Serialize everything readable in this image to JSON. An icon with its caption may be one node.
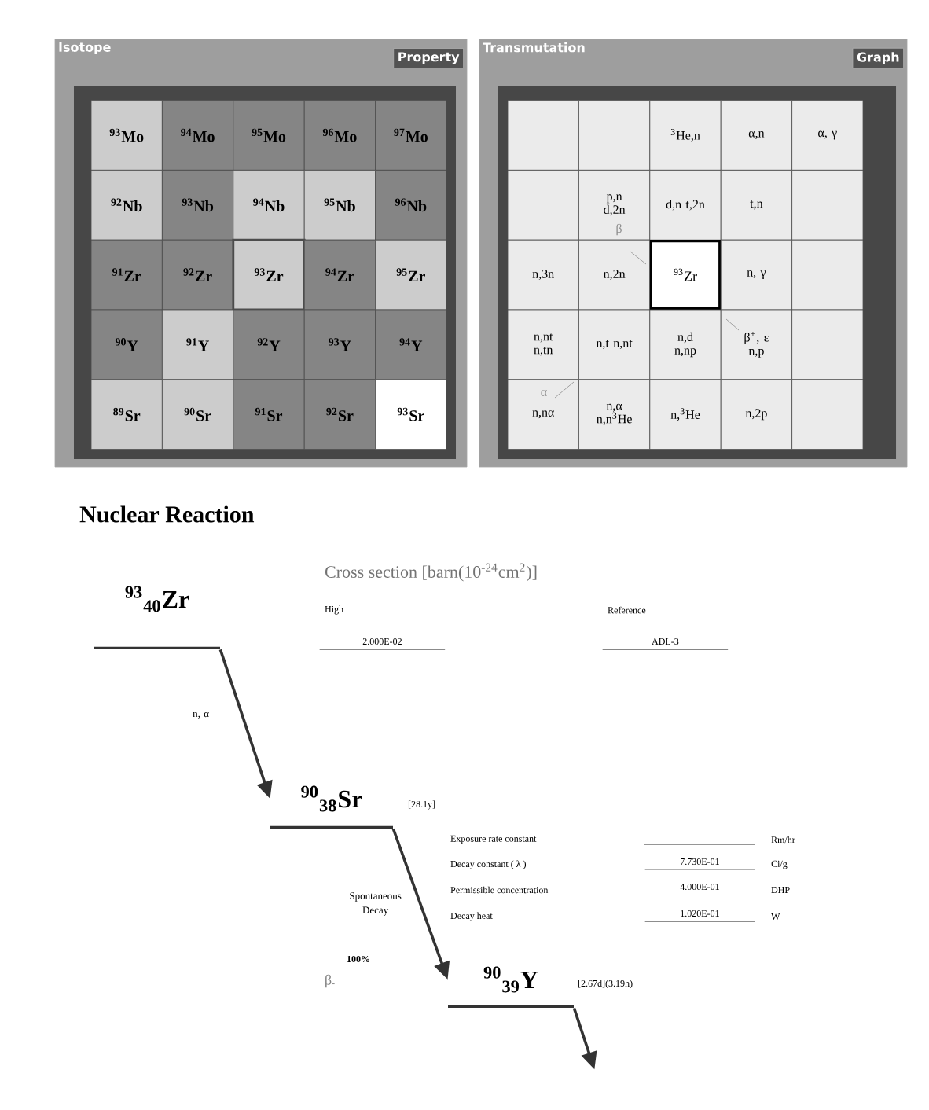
{
  "diagram": {
    "nodes": [
      {
        "text": [
          "Isotope"
        ]
      },
      {
        "text": [
          "Property"
        ],
        "in": 0
      },
      {
        "text": [
          "$^{93}$Mo"
        ],
        "in": 0
      },
      {
        "text": [
          "$^{94}$Mo"
        ],
        "in": 0
      },
      {
        "text": [
          "$^{95}$Mo"
        ],
        "in": 0
      },
      {
        "text": [
          "$^{96}$Mo"
        ],
        "in": 0
      },
      {
        "text": [
          "$^{97}$Mo"
        ],
        "in": 0
      },
      {
        "text": [
          "$^{92}$Nb"
        ],
        "in": 0
      },
      {
        "text": [
          "$^{93}$Nb"
        ],
        "in": 0
      },
      {
        "text": [
          "$^{94}$Nb"
        ],
        "in": 0
      },
      {
        "text": [
          "$^{95}$Nb"
        ],
        "in": 0
      },
      {
        "text": [
          "$^{96}$Nb"
        ],
        "in": 0
      },
      {
        "text": [
          "$^{91}$Zr"
        ],
        "in": 0
      },
      {
        "text": [
          "$^{92}$Zr"
        ],
        "in": 0
      },
      {
        "text": [
          "$^{93}$Zr"
        ],
        "in": 0
      },
      {
        "text": [
          "$^{94}$Zr"
        ],
        "in": 0
      },
      {
        "text": [
          "$^{95}$Zr"
        ],
        "in": 0
      },
      {
        "text": [
          "$^{90}$Y"
        ],
        "in": 0
      },
      {
        "text": [
          "$^{91}$Y"
        ],
        "in": 0
      },
      {
        "text": [
          "$^{92}$Y"
        ],
        "in": 0
      },
      {
        "text": [
          "$^{93}$Y"
        ],
        "in": 0
      },
      {
        "text": [
          "$^{94}$Y"
        ],
        "in": 0
      },
      {
        "text": [
          "$^{89}$Sr"
        ],
        "in": 0
      },
      {
        "text": [
          "$^{90}$Sr"
        ],
        "in": 0
      },
      {
        "text": [
          "$^{91}$Sr"
        ],
        "in": 0
      },
      {
        "text": [
          "$^{92}$Sr"
        ],
        "in": 0
      },
      {
        "text": [
          "$^{93}$Sr"
        ],
        "in": 0
      },
      {
        "text": [
          "Transmutation"
        ]
      },
      {
        "text": [
          "Graph"
        ],
        "in": 27
      },
      {
        "text": [],
        "shape": "box",
        "in": 27
      },
      {
        "text": [],
        "shape": "box",
        "in": 27
      },
      {
        "text": [
          "$^{3}$He,n"
        ],
        "in": 27
      },
      {
        "text": [
          "α,n"
        ],
        "in": 27
      },
      {
        "text": [
          "α, γ"
        ],
        "in": 27
      },
      {
        "text": [],
        "shape": "box",
        "in": 27
      },
      {
        "text": [
          "p,n d,2n"
        ],
        "in": 27
      },
      {
        "text": [
          "d,n t,2n"
        ],
        "in": 27
      },
      {
        "text": [
          "t,n"
        ],
        "in": 27
      },
      {
        "text": [],
        "shape": "box",
        "in": 27
      },
      {
        "text": [
          "n,3n"
        ],
        "in": 27
      },
      {
        "text": [
          "n,2n"
        ],
        "in": 27
      },
      {
        "text": [
          "$^{93}$Zr"
        ],
        "in": 27
      },
      {
        "text": [
          "n, γ"
        ],
        "in": 27
      },
      {
        "text": [],
        "shape": "box",
        "in": 27
      },
      {
        "text": [
          "n,nt n,tn"
        ],
        "in": 27
      },
      {
        "text": [
          "n,t n,nt"
        ],
        "in": 27
      },
      {
        "text": [
          "n,d n,np"
        ],
        "in": 27
      },
      {
        "text": [
          "β$^{+}$, ε n,p"
        ],
        "in": 27
      },
      {
        "text": [],
        "shape": "box",
        "in": 27
      },
      {
        "text": [
          "n,nα"
        ],
        "in": 27
      },
      {
        "text": [
          "n,α n,n$^{3}$He"
        ],
        "in": 27
      },
      {
        "text": [
          "n,$^{3}$He"
        ],
        "in": 27
      },
      {
        "text": [
          "n,2p"
        ],
        "in": 27
      },
      {
        "text": [],
        "shape": "box",
        "in": 27
      },
      {
        "text": [
          "$^{93}$$_{40}$Zr"
        ]
      },
      {
        "text": [
          "$^{90}$$_{38}$Sr"
        ],
        "beside": [
          "[28.1y]"
        ]
      },
      {
        "text": [
          "$^{90}$$_{39}$Y"
        ],
        "beside": [
          "[2.67d](3.19h)"
        ]
      }
    ],
    "edges": [
      {
        "from": 54,
        "to": 55,
        "arrow": "to",
        "label": "n, α"
      },
      {
        "from": 55,
        "to": 56,
        "arrow": "to",
        "label": "Spontaneous Decay"
      },
      {
        "from": 56,
        "to": null,
        "arrow": "to"
      }
    ],
    "labels": [
      "β$^{-}$",
      "α",
      "Nuclear Reaction",
      "Cross section [barn(10$^{-24}$cm$^{2}$)]",
      "High",
      "Reference",
      "2.000E-02",
      "ADL-3",
      "Exposure rate constant",
      "Rm/hr",
      "Decay constant ( λ )",
      "7.730E-01",
      "Ci/g",
      "Permissible concentration",
      "4.000E-01",
      "DHP",
      "Decay heat",
      "1.020E-01",
      "W",
      "β$_{-}$",
      "100%"
    ]
  }
}
